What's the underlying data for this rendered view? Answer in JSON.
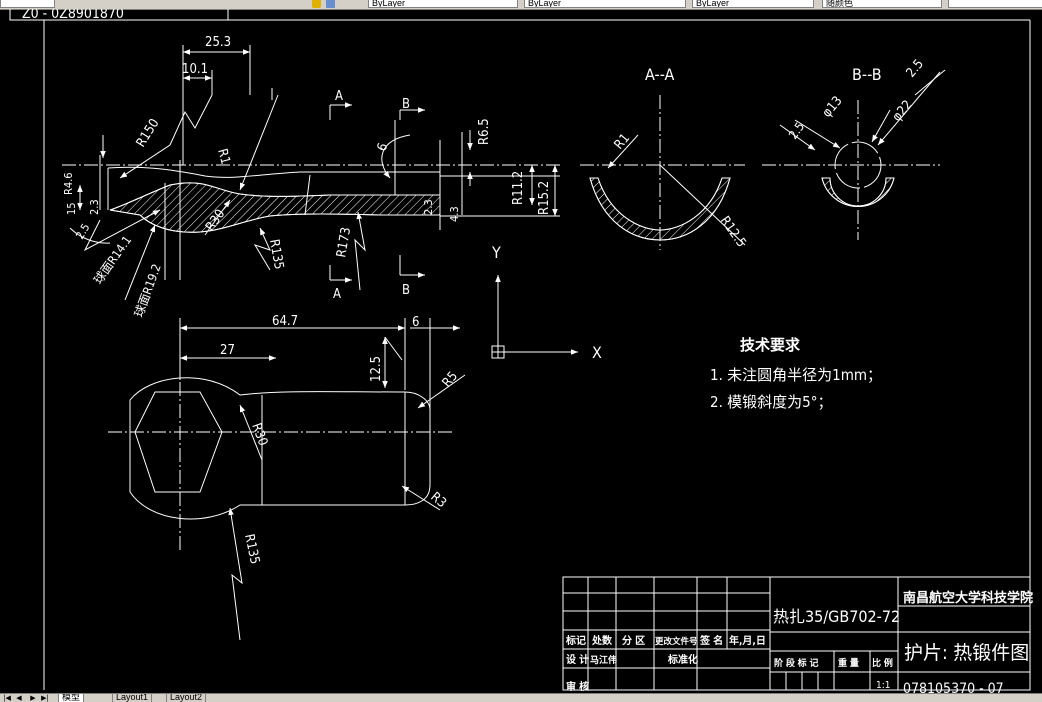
{
  "window": {
    "toolbar_layers": [
      "ByLayer",
      "ByLayer",
      "ByLayer"
    ],
    "toolbar_color": "随颜色",
    "drawing_code_fragment": "Z0 - 0Z8901870"
  },
  "layout_tabs": [
    "模型",
    "Layout1",
    "Layout2"
  ],
  "nav_buttons": [
    "|◀",
    "◀",
    "▶",
    "▶|"
  ],
  "drawing": {
    "dims": {
      "d25_3": "25.3",
      "d10_1": "10.1",
      "r150": "R150",
      "r1": "R1",
      "d6": "6",
      "r6_5": "R6.5",
      "r11_2": "R11.2",
      "r15_2": "R15.2",
      "d2_3b": "2.3",
      "d4_3": "4.3",
      "r4_6": "R4.6",
      "d15": "15",
      "d2_3": "2.3",
      "d25a": "2.5",
      "r14_1": "球面R14.1",
      "r19_2": "球面R19.2",
      "r30": "R30",
      "r135": "R135",
      "r173": "R173",
      "d64_7": "64.7",
      "d27": "27",
      "d6b": "6",
      "d12_5": "12.5",
      "r5": "R5",
      "r30b": "R30",
      "r3": "R3",
      "r135b": "R135",
      "sec_r1": "R1",
      "sec_r12_5": "R12.5",
      "phi13": "φ13",
      "phi22": "φ22",
      "d2_5a": "2.5",
      "d2_5b": "2.5"
    },
    "section_aa": "A--A",
    "section_bb": "B--B",
    "cut_a": "A",
    "cut_b": "B",
    "axis_y": "Y",
    "axis_x": "X",
    "tech_title": "技术要求",
    "tech_note1": "1.  未注圆角半径为1mm；",
    "tech_note2": "2.  模锻斜度为5°；"
  },
  "title_block": {
    "school": "南昌航空大学科技学院",
    "material": "热扎35/GB702-72",
    "part_name": "护片: 热锻件图",
    "scale_value": "1:1",
    "drawing_no": "078105370 - 07",
    "headers_row1": [
      "标记",
      "处数",
      "分 区",
      "更改文件号",
      "签 名",
      "年,月,日"
    ],
    "row_design": [
      "设 计",
      "马江伟",
      "",
      "标准化"
    ],
    "headers_stage": [
      "阶 段 标 记",
      "重 量",
      "比 例"
    ],
    "row_bottom": "审 核"
  }
}
